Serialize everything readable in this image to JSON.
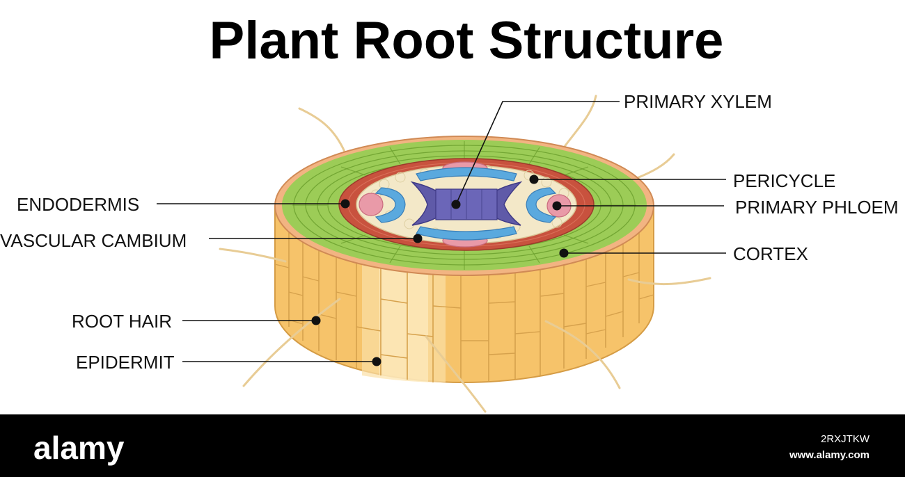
{
  "title": "Plant Root Structure",
  "labels": {
    "primary_xylem": "PRIMARY XYLEM",
    "pericycle": "PERICYCLE",
    "primary_phloem": "PRIMARY PHLOEM",
    "cortex": "CORTEX",
    "endodermis": "ENDODERMIS",
    "vascular_cambium": "VASCULAR CAMBIUM",
    "root_hair": "ROOT HAIR",
    "epidermit": "EPIDERMIT"
  },
  "footer": {
    "brand": "alamy",
    "image_id": "2RXJTKW",
    "url": "www.alamy.com"
  },
  "colors": {
    "epidermis_fill": "#f6c36a",
    "cortex_fill": "#9ccc57",
    "endodermis_fill": "#c8523e",
    "pericycle_fill": "#f3e8c8",
    "xylem_fill": "#5f5aa8",
    "phloem_fill": "#e99aa8",
    "cambium_fill": "#5aa9de",
    "footer_bg": "#000000"
  }
}
